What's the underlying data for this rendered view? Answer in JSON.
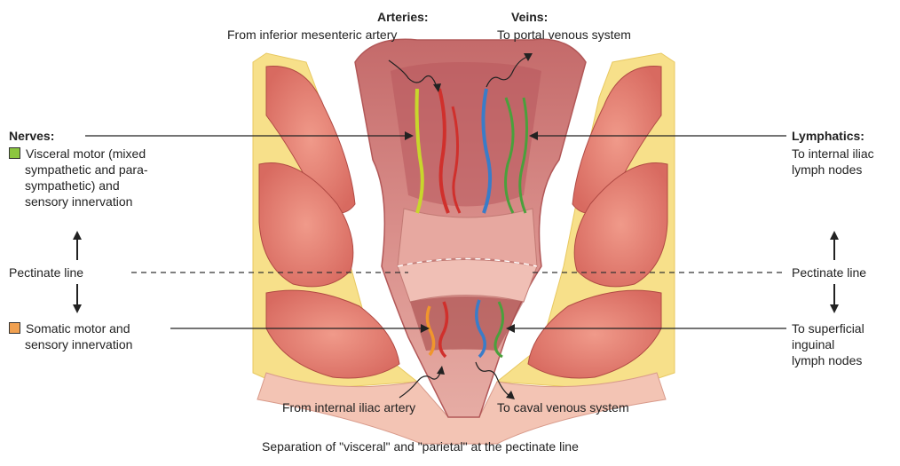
{
  "top": {
    "arteries_heading": "Arteries:",
    "arteries_text": "From inferior mesenteric artery",
    "veins_heading": "Veins:",
    "veins_text": "To portal venous system"
  },
  "left": {
    "nerves_heading": "Nerves:",
    "visceral_lines": [
      "Visceral motor (mixed",
      "sympathetic and para-",
      "sympathetic) and",
      "sensory innervation"
    ],
    "pectinate": "Pectinate line",
    "somatic_lines": [
      "Somatic motor and",
      "sensory innervation"
    ]
  },
  "right": {
    "lymph_heading": "Lymphatics:",
    "lymph_lines": [
      "To internal iliac",
      "lymph nodes"
    ],
    "pectinate": "Pectinate line",
    "superficial_lines": [
      "To superficial",
      "inguinal",
      "lymph nodes"
    ]
  },
  "bottom": {
    "internal_iliac": "From internal iliac artery",
    "caval": "To caval venous system",
    "caption": "Separation of \"visceral\" and \"parietal\" at the pectinate line"
  },
  "colors": {
    "visceral_swatch": "#8cc63f",
    "somatic_swatch": "#f0a050",
    "artery": "#d0302c",
    "vein": "#3a7cc8",
    "lymph": "#4aa03c",
    "nerve_visceral": "#c8d62c",
    "nerve_somatic": "#f0962c"
  }
}
